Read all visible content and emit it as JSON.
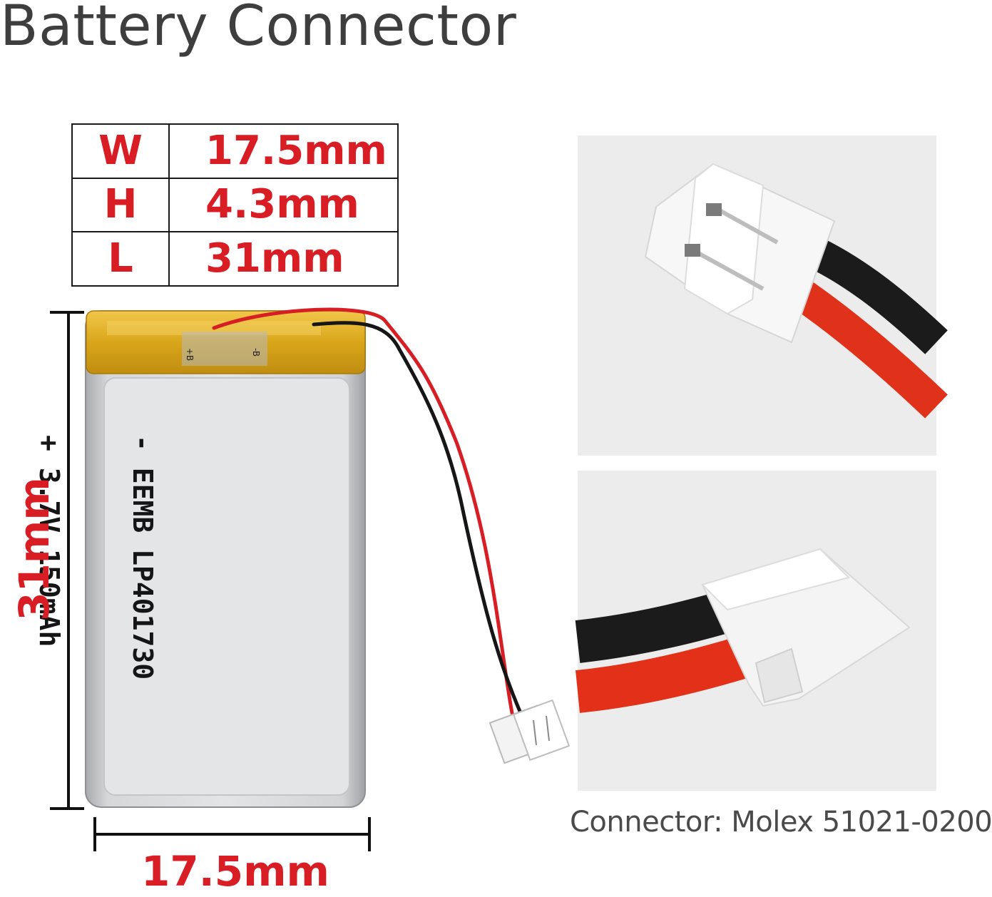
{
  "title": "Battery Connector",
  "dimensions_table": [
    {
      "key": "W",
      "value": "17.5mm"
    },
    {
      "key": "H",
      "value": "4.3mm"
    },
    {
      "key": "L",
      "value": "31mm"
    }
  ],
  "battery": {
    "label_line1": "- EEMB LP401730",
    "label_line2": "+ 3.7V 150mAh",
    "tab_marks": [
      "+B",
      "-B"
    ],
    "height_label": "31mm",
    "width_label": "17.5mm"
  },
  "connector": {
    "caption": "Connector: Molex 51021-0200"
  },
  "colors": {
    "accent_red": "#d81e24",
    "title_gray": "#3e3e3e",
    "panel_bg": "#ececec",
    "kapton_yellow": "#e3b21e"
  }
}
